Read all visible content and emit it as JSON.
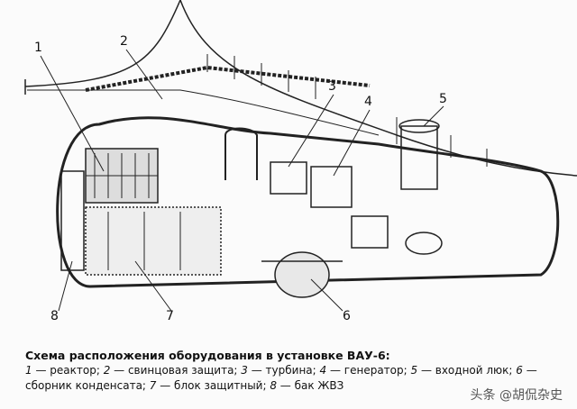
{
  "diagram": {
    "callouts": [
      "1",
      "2",
      "3",
      "4",
      "5",
      "6",
      "7",
      "8"
    ]
  },
  "caption": {
    "title": "Схема расположения оборудования в установке ВАУ-6:",
    "items": [
      {
        "num": "1",
        "text": " — реактор; "
      },
      {
        "num": "2",
        "text": " — свинцовая защита; "
      },
      {
        "num": "3",
        "text": " — турбина; "
      },
      {
        "num": "4",
        "text": " — генератор; "
      },
      {
        "num": "5",
        "text": " — входной люк; "
      },
      {
        "num": "6",
        "text": " — сборник конденсата; "
      },
      {
        "num": "7",
        "text": " — блок защитный; "
      },
      {
        "num": "8",
        "text": " — бак ЖВЗ"
      }
    ]
  },
  "watermark": "头条 @胡侃杂史"
}
